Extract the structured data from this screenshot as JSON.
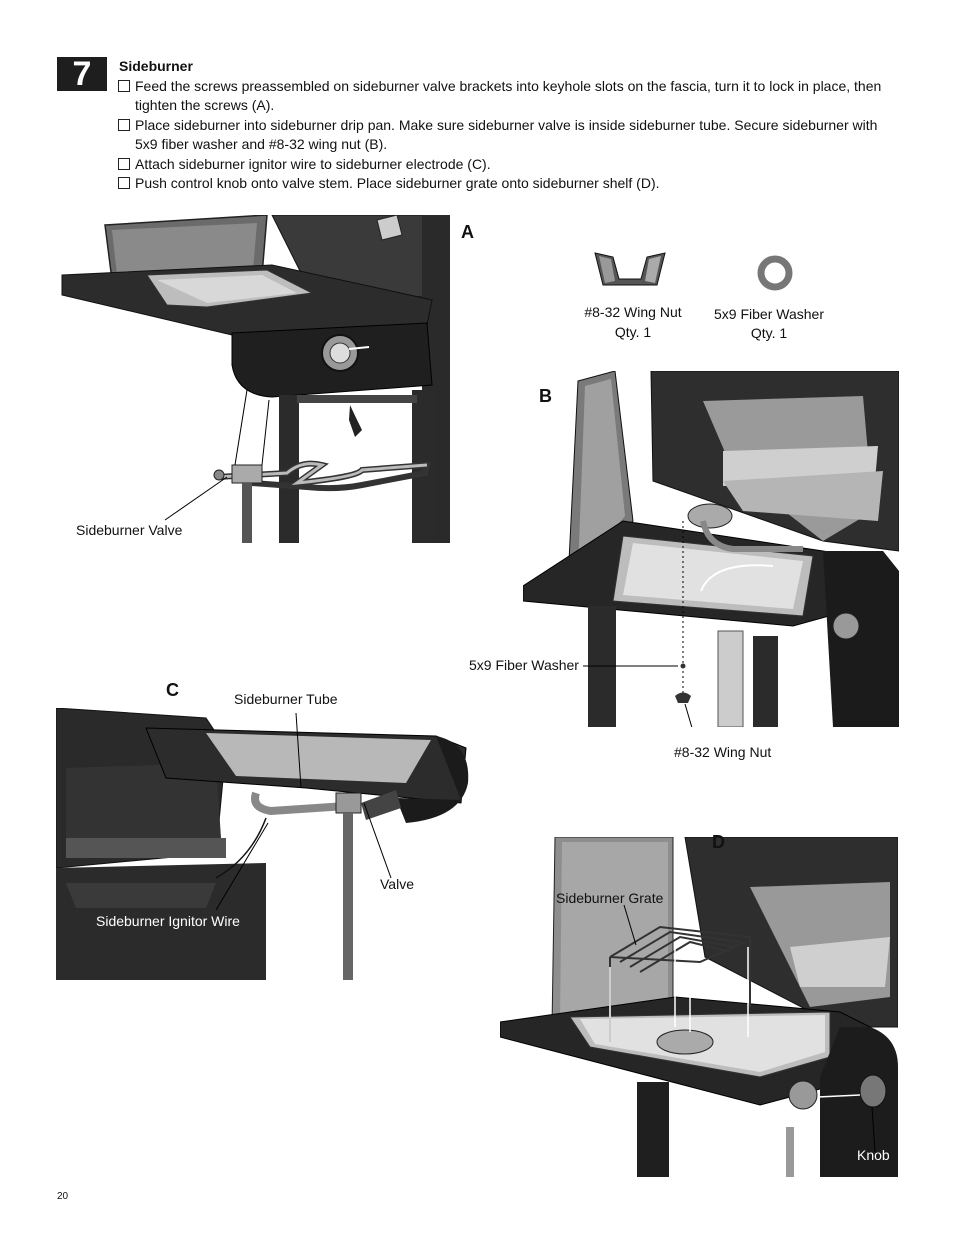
{
  "step_number": "7",
  "section_title": "Sideburner",
  "instructions": [
    {
      "line1": "Feed the screws preassembled on sideburner valve brackets into keyhole slots on the fascia, turn it to lock in place, then",
      "line2": "tighten the screws (A)."
    },
    {
      "line1": "Place sideburner into sideburner drip pan. Make sure sideburner valve is inside sideburner tube. Secure sideburner with",
      "line2": "5x9 fiber washer and #8-32 wing nut (B)."
    },
    {
      "line1": "Attach sideburner ignitor wire to sideburner electrode (C).",
      "line2": ""
    },
    {
      "line1": "Push control knob onto valve stem. Place sideburner grate onto sideburner shelf (D).",
      "line2": ""
    }
  ],
  "figures": {
    "a": {
      "letter": "A",
      "callout_valve": "Sideburner Valve"
    },
    "parts": {
      "wing_nut": {
        "name": "#8-32 Wing Nut",
        "qty": "Qty. 1"
      },
      "washer": {
        "name": "5x9 Fiber Washer",
        "qty": "Qty. 1"
      }
    },
    "b": {
      "letter": "B",
      "callout_washer": "5x9 Fiber Washer",
      "callout_wingnut": "#8-32 Wing Nut"
    },
    "c": {
      "letter": "C",
      "callout_tube": "Sideburner Tube",
      "callout_valve": "Valve",
      "callout_wire": "Sideburner Ignitor Wire"
    },
    "d": {
      "letter": "D",
      "callout_grate": "Sideburner Grate",
      "callout_knob": "Knob"
    }
  },
  "page_number": "20"
}
